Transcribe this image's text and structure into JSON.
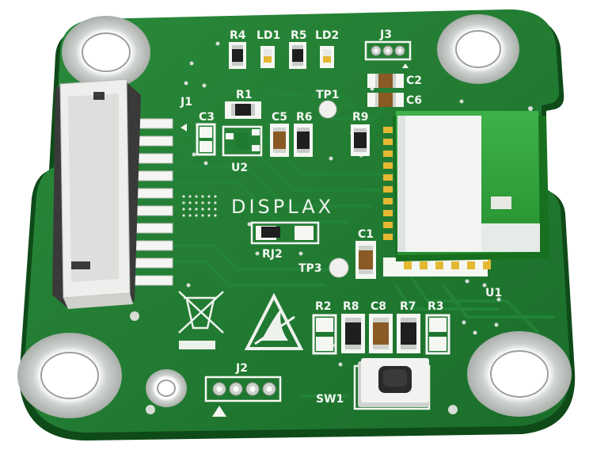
{
  "board": {
    "silkscreen": {
      "R4": "R4",
      "LD1": "LD1",
      "R5": "R5",
      "LD2": "LD2",
      "J3": "J3",
      "C2": "C2",
      "C6": "C6",
      "J1": "J1",
      "R1": "R1",
      "TP1": "TP1",
      "C3": "C3",
      "C5": "C5",
      "R6": "R6",
      "R9": "R9",
      "U2": "U2",
      "C1": "C1",
      "RJ2": "RJ2",
      "TP3": "TP3",
      "U1": "U1",
      "R2": "R2",
      "R8": "R8",
      "C8": "C8",
      "R7": "R7",
      "R3": "R3",
      "J2": "J2",
      "SW1": "SW1"
    },
    "logo_text": "DISPLAX"
  },
  "colors": {
    "pcb": "#1d7a2e",
    "pcb_dark": "#135c21",
    "silk": "#f4f7f2",
    "pad": "#d9dcd8",
    "gold": "#e5b833",
    "module_green": "#2ea03a"
  }
}
